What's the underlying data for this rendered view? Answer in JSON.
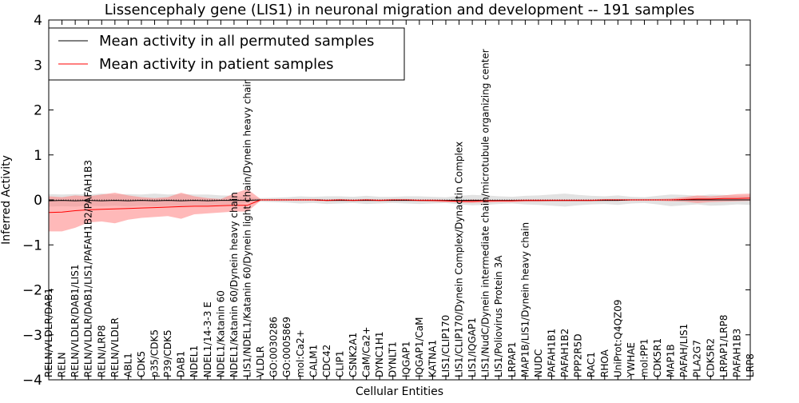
{
  "chart_data": {
    "type": "line",
    "title": "Lissencephaly gene (LIS1) in neuronal migration and development -- 191 samples",
    "xlabel": "Cellular Entities",
    "ylabel": "Inferred Activity",
    "ylim": [
      -4,
      4
    ],
    "yticks": [
      -4,
      -3,
      -2,
      -1,
      0,
      1,
      2,
      3,
      4
    ],
    "ytick_labels": [
      "−4",
      "−3",
      "−2",
      "−1",
      "0",
      "1",
      "2",
      "3",
      "4"
    ],
    "legend_position": "top-left",
    "colors": {
      "permuted": "#000000",
      "patient": "#ff0000",
      "permuted_band": "#bfbfbf",
      "patient_band": "#ff8080"
    },
    "categories": [
      "RELN/VLDLR/DAB1",
      "RELN",
      "RELN/VLDLR/DAB1/LIS1",
      "RELN/VLDLR/DAB1/LIS1/PAFAH1B2/PAFAH1B3",
      "RELN/LRP8",
      "RELN/VLDLR",
      "ABL1",
      "CDK5",
      "p35/CDK5",
      "P39/CDK5",
      "DAB1",
      "NDEL1",
      "NDEL1/14-3-3 E",
      "NDEL1/Katanin 60",
      "NDEL1/Katanin 60/Dynein heavy chain",
      "LIS1/NDEL1/Katanin 60/Dynein light chain/Dynein heavy chain",
      "VLDLR",
      "GO:0030286",
      "GO:0005869",
      "mol:Ca2+",
      "CALM1",
      "CDC42",
      "CLIP1",
      "CSNK2A1",
      "CaM/Ca2+",
      "DYNC1H1",
      "DYNLT1",
      "IQGAP1",
      "IQGAP1/CaM",
      "KATNA1",
      "LIS1/CLIP170",
      "LIS1/CLIP170/Dynein Complex/Dynactin Complex",
      "LIS1/IQGAP1",
      "LIS1/NudC/Dynein intermediate chain/microtubule organizing center",
      "LIS1/Poliovirus Protein 3A",
      "LRPAP1",
      "MAP1B/LIS1/Dynein heavy chain",
      "NUDC",
      "PAFAH1B1",
      "PAFAH1B2",
      "PPP2R5D",
      "RAC1",
      "RHOA",
      "UniProt:Q4QZ09",
      "YWHAE",
      "mol:PP1",
      "CDK5R1",
      "MAP1B",
      "PAFAH/LIS1",
      "PLA2G7",
      "CDK5R2",
      "LRPAP1/LRP8",
      "PAFAH1B3",
      "LRP8"
    ],
    "series": [
      {
        "name": "Mean activity in all permuted samples",
        "values": [
          -0.02,
          -0.01,
          -0.02,
          -0.01,
          -0.02,
          -0.01,
          -0.02,
          -0.01,
          -0.02,
          -0.01,
          -0.02,
          -0.01,
          -0.02,
          -0.01,
          -0.01,
          -0.01,
          0.0,
          0.0,
          0.0,
          0.0,
          0.0,
          -0.01,
          -0.01,
          -0.01,
          -0.01,
          -0.01,
          -0.01,
          -0.01,
          -0.01,
          -0.01,
          -0.01,
          -0.01,
          -0.01,
          -0.01,
          -0.01,
          -0.01,
          -0.01,
          -0.01,
          -0.01,
          -0.01,
          -0.01,
          -0.01,
          -0.01,
          -0.01,
          0.0,
          0.0,
          0.0,
          0.0,
          0.0,
          0.0,
          0.0,
          0.0,
          0.0,
          0.0
        ],
        "band_low": [
          -0.15,
          -0.14,
          -0.15,
          -0.13,
          -0.14,
          -0.13,
          -0.15,
          -0.13,
          -0.14,
          -0.13,
          -0.14,
          -0.12,
          -0.13,
          -0.11,
          -0.1,
          -0.07,
          -0.04,
          -0.05,
          -0.06,
          -0.08,
          -0.07,
          -0.09,
          -0.08,
          -0.07,
          -0.09,
          -0.08,
          -0.07,
          -0.08,
          -0.09,
          -0.08,
          -0.07,
          -0.1,
          -0.12,
          -0.11,
          -0.09,
          -0.08,
          -0.1,
          -0.11,
          -0.13,
          -0.15,
          -0.12,
          -0.1,
          -0.09,
          -0.11,
          -0.08,
          -0.07,
          -0.1,
          -0.14,
          -0.12,
          -0.1,
          -0.13,
          -0.12,
          -0.1,
          -0.11
        ],
        "band_high": [
          0.13,
          0.12,
          0.13,
          0.12,
          0.14,
          0.12,
          0.13,
          0.12,
          0.14,
          0.12,
          0.13,
          0.12,
          0.12,
          0.1,
          0.09,
          0.06,
          0.04,
          0.05,
          0.06,
          0.08,
          0.07,
          0.08,
          0.08,
          0.07,
          0.09,
          0.07,
          0.07,
          0.08,
          0.08,
          0.07,
          0.06,
          0.09,
          0.11,
          0.1,
          0.08,
          0.07,
          0.09,
          0.1,
          0.12,
          0.14,
          0.11,
          0.09,
          0.08,
          0.1,
          0.07,
          0.06,
          0.09,
          0.12,
          0.11,
          0.09,
          0.12,
          0.11,
          0.09,
          0.1
        ]
      },
      {
        "name": "Mean activity in patient samples",
        "values": [
          -0.28,
          -0.27,
          -0.24,
          -0.22,
          -0.21,
          -0.2,
          -0.19,
          -0.18,
          -0.17,
          -0.16,
          -0.15,
          -0.14,
          -0.14,
          -0.13,
          -0.12,
          -0.12,
          0.0,
          0.0,
          0.0,
          0.0,
          0.0,
          -0.01,
          0.0,
          -0.01,
          0.0,
          -0.01,
          0.0,
          0.0,
          -0.01,
          -0.01,
          -0.02,
          -0.03,
          -0.03,
          -0.02,
          -0.02,
          -0.02,
          -0.01,
          -0.01,
          -0.01,
          -0.01,
          -0.01,
          -0.01,
          0.0,
          0.0,
          0.0,
          0.0,
          0.0,
          0.0,
          0.01,
          0.02,
          0.02,
          0.03,
          0.03,
          0.04
        ],
        "band_low": [
          -0.7,
          -0.7,
          -0.62,
          -0.5,
          -0.48,
          -0.52,
          -0.44,
          -0.4,
          -0.38,
          -0.36,
          -0.42,
          -0.32,
          -0.3,
          -0.28,
          -0.26,
          -0.26,
          -0.02,
          -0.02,
          -0.02,
          -0.02,
          -0.02,
          -0.03,
          -0.02,
          -0.03,
          -0.02,
          -0.03,
          -0.02,
          -0.02,
          -0.03,
          -0.04,
          -0.05,
          -0.06,
          -0.07,
          -0.06,
          -0.05,
          -0.05,
          -0.04,
          -0.04,
          -0.03,
          -0.03,
          -0.03,
          -0.03,
          -0.02,
          -0.02,
          -0.02,
          -0.02,
          -0.02,
          -0.03,
          -0.04,
          -0.07,
          -0.05,
          -0.04,
          -0.03,
          -0.02
        ],
        "band_high": [
          0.08,
          0.06,
          0.1,
          0.08,
          0.12,
          0.16,
          0.1,
          0.06,
          0.04,
          0.06,
          0.16,
          0.08,
          0.04,
          0.02,
          0.14,
          0.24,
          0.02,
          0.02,
          0.02,
          0.02,
          0.02,
          0.01,
          0.02,
          0.01,
          0.02,
          0.01,
          0.02,
          0.02,
          0.01,
          0.01,
          0.0,
          -0.01,
          0.01,
          0.0,
          0.0,
          0.0,
          0.01,
          0.01,
          0.01,
          0.01,
          0.01,
          0.01,
          0.02,
          0.02,
          0.02,
          0.02,
          0.02,
          0.03,
          0.06,
          0.1,
          0.08,
          0.1,
          0.13,
          0.14
        ]
      }
    ]
  }
}
